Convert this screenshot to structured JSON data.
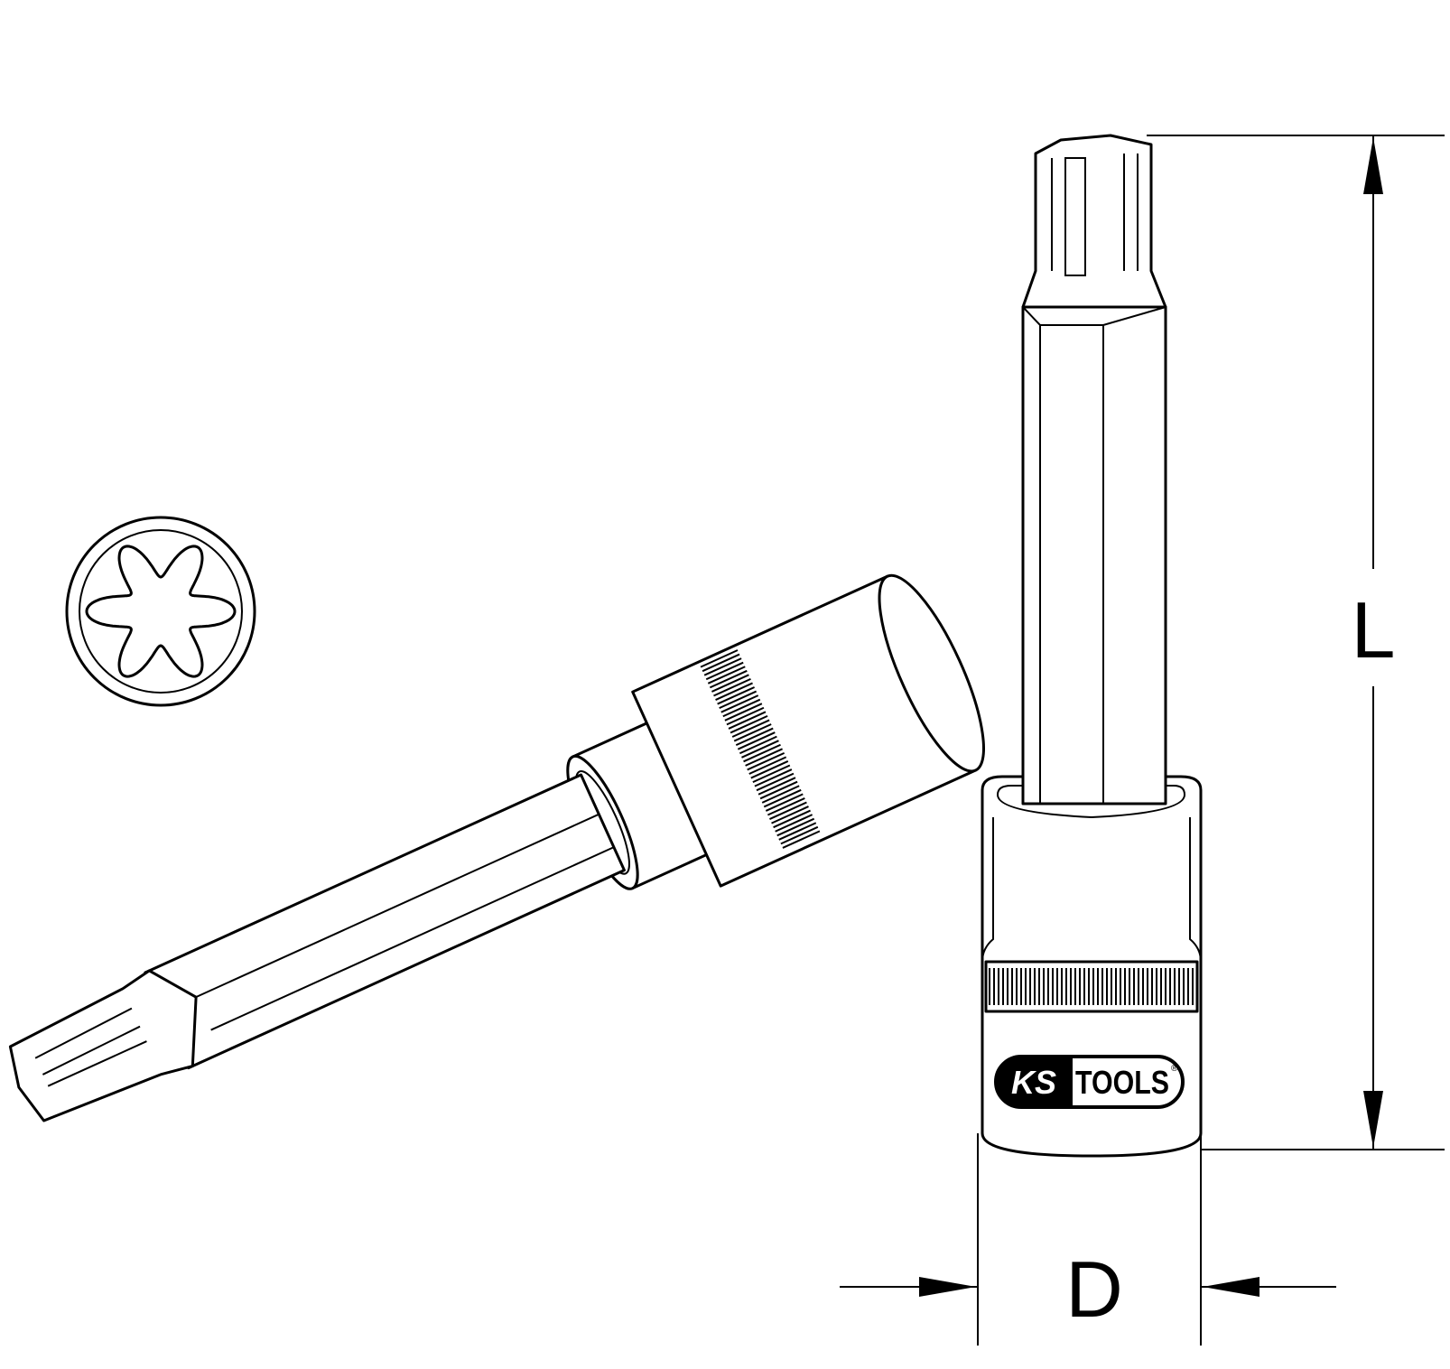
{
  "dimensions": {
    "length_label": "L",
    "diameter_label": "D"
  },
  "logo": {
    "brand_left": "KS",
    "brand_right": "TOOLS",
    "mark": "®"
  },
  "profile_icon": "torx-plus-star-icon",
  "colors": {
    "line": "#000000",
    "background": "#ffffff"
  }
}
